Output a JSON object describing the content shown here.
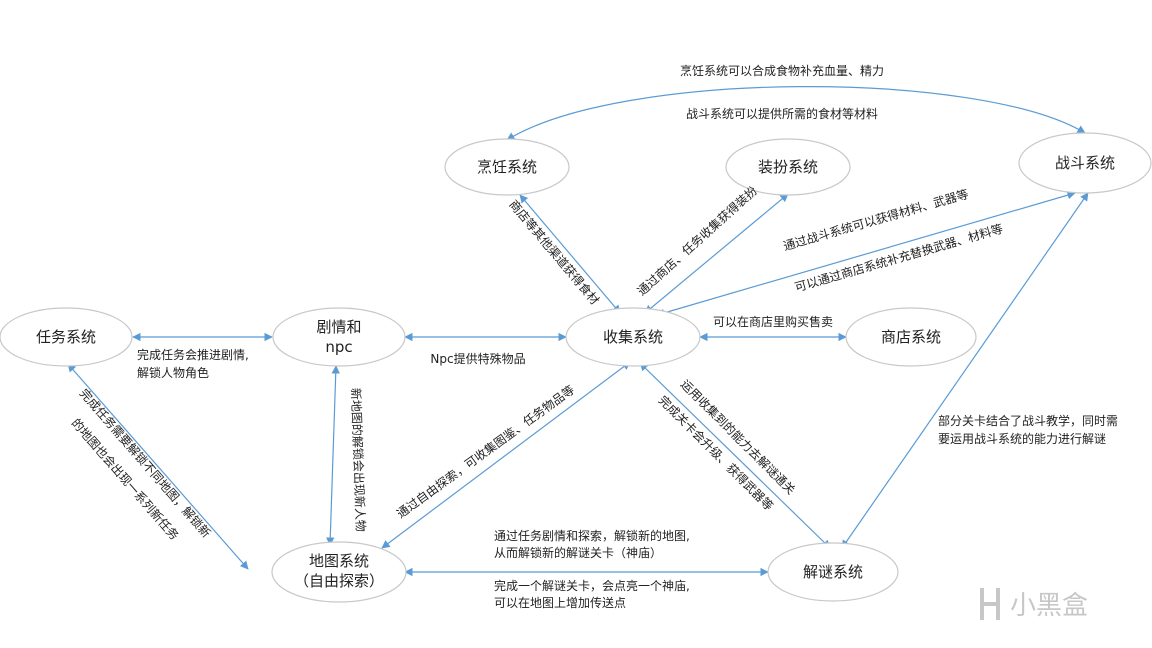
{
  "nodes": {
    "cooking": "烹饪系统",
    "dressup": "装扮系统",
    "battle": "战斗系统",
    "task": "任务系统",
    "story_line1": "剧情和",
    "story_line2": "npc",
    "collect": "收集系统",
    "shop": "商店系统",
    "map_line1": "地图系统",
    "map_line2": "（自由探索）",
    "puzzle": "解谜系统"
  },
  "labels": {
    "cooking_battle_top": "烹饪系统可以合成食物补充血量、精力",
    "cooking_battle_bottom": "战斗系统可以提供所需的食材等材料",
    "shop_food": "商店等其他渠道获得食材",
    "dressup_get": "通过商店、任务收集获得装扮",
    "battle_get": "通过战斗系统可以获得材料、武器等",
    "shop_weapon": "可以通过商店系统补充替换武器、材料等",
    "shop_buy": "可以在商店里购买售卖",
    "task_story_1": "完成任务会推进剧情,",
    "task_story_2": "解锁人物角色",
    "npc_item": "Npc提供特殊物品",
    "task_map_1": "完成任务需要解锁不同地图，解锁新",
    "task_map_2": "的地图也会出现一系列新任务",
    "story_map": "新地图的解锁会出现新人物",
    "map_collect": "通过自由探索，可收集图鉴、任务物品等",
    "collect_puzzle_1": "运用收集到的能力去解谜通关",
    "collect_puzzle_2": "完成关卡会升级、获得武器等",
    "battle_puzzle_1": "部分关卡结合了战斗教学，同时需",
    "battle_puzzle_2": "要运用战斗系统的能力进行解谜",
    "map_puzzle_top_1": "通过任务剧情和探索，解锁新的地图,",
    "map_puzzle_top_2": "从而解锁新的解谜关卡（神庙）",
    "map_puzzle_bot_1": "完成一个解谜关卡，会点亮一个神庙,",
    "map_puzzle_bot_2": "可以在地图上增加传送点"
  },
  "watermark": "小黑盒",
  "colors": {
    "edge": "#5b9bd5",
    "node_border": "#c8c8c8",
    "text": "#222222"
  }
}
